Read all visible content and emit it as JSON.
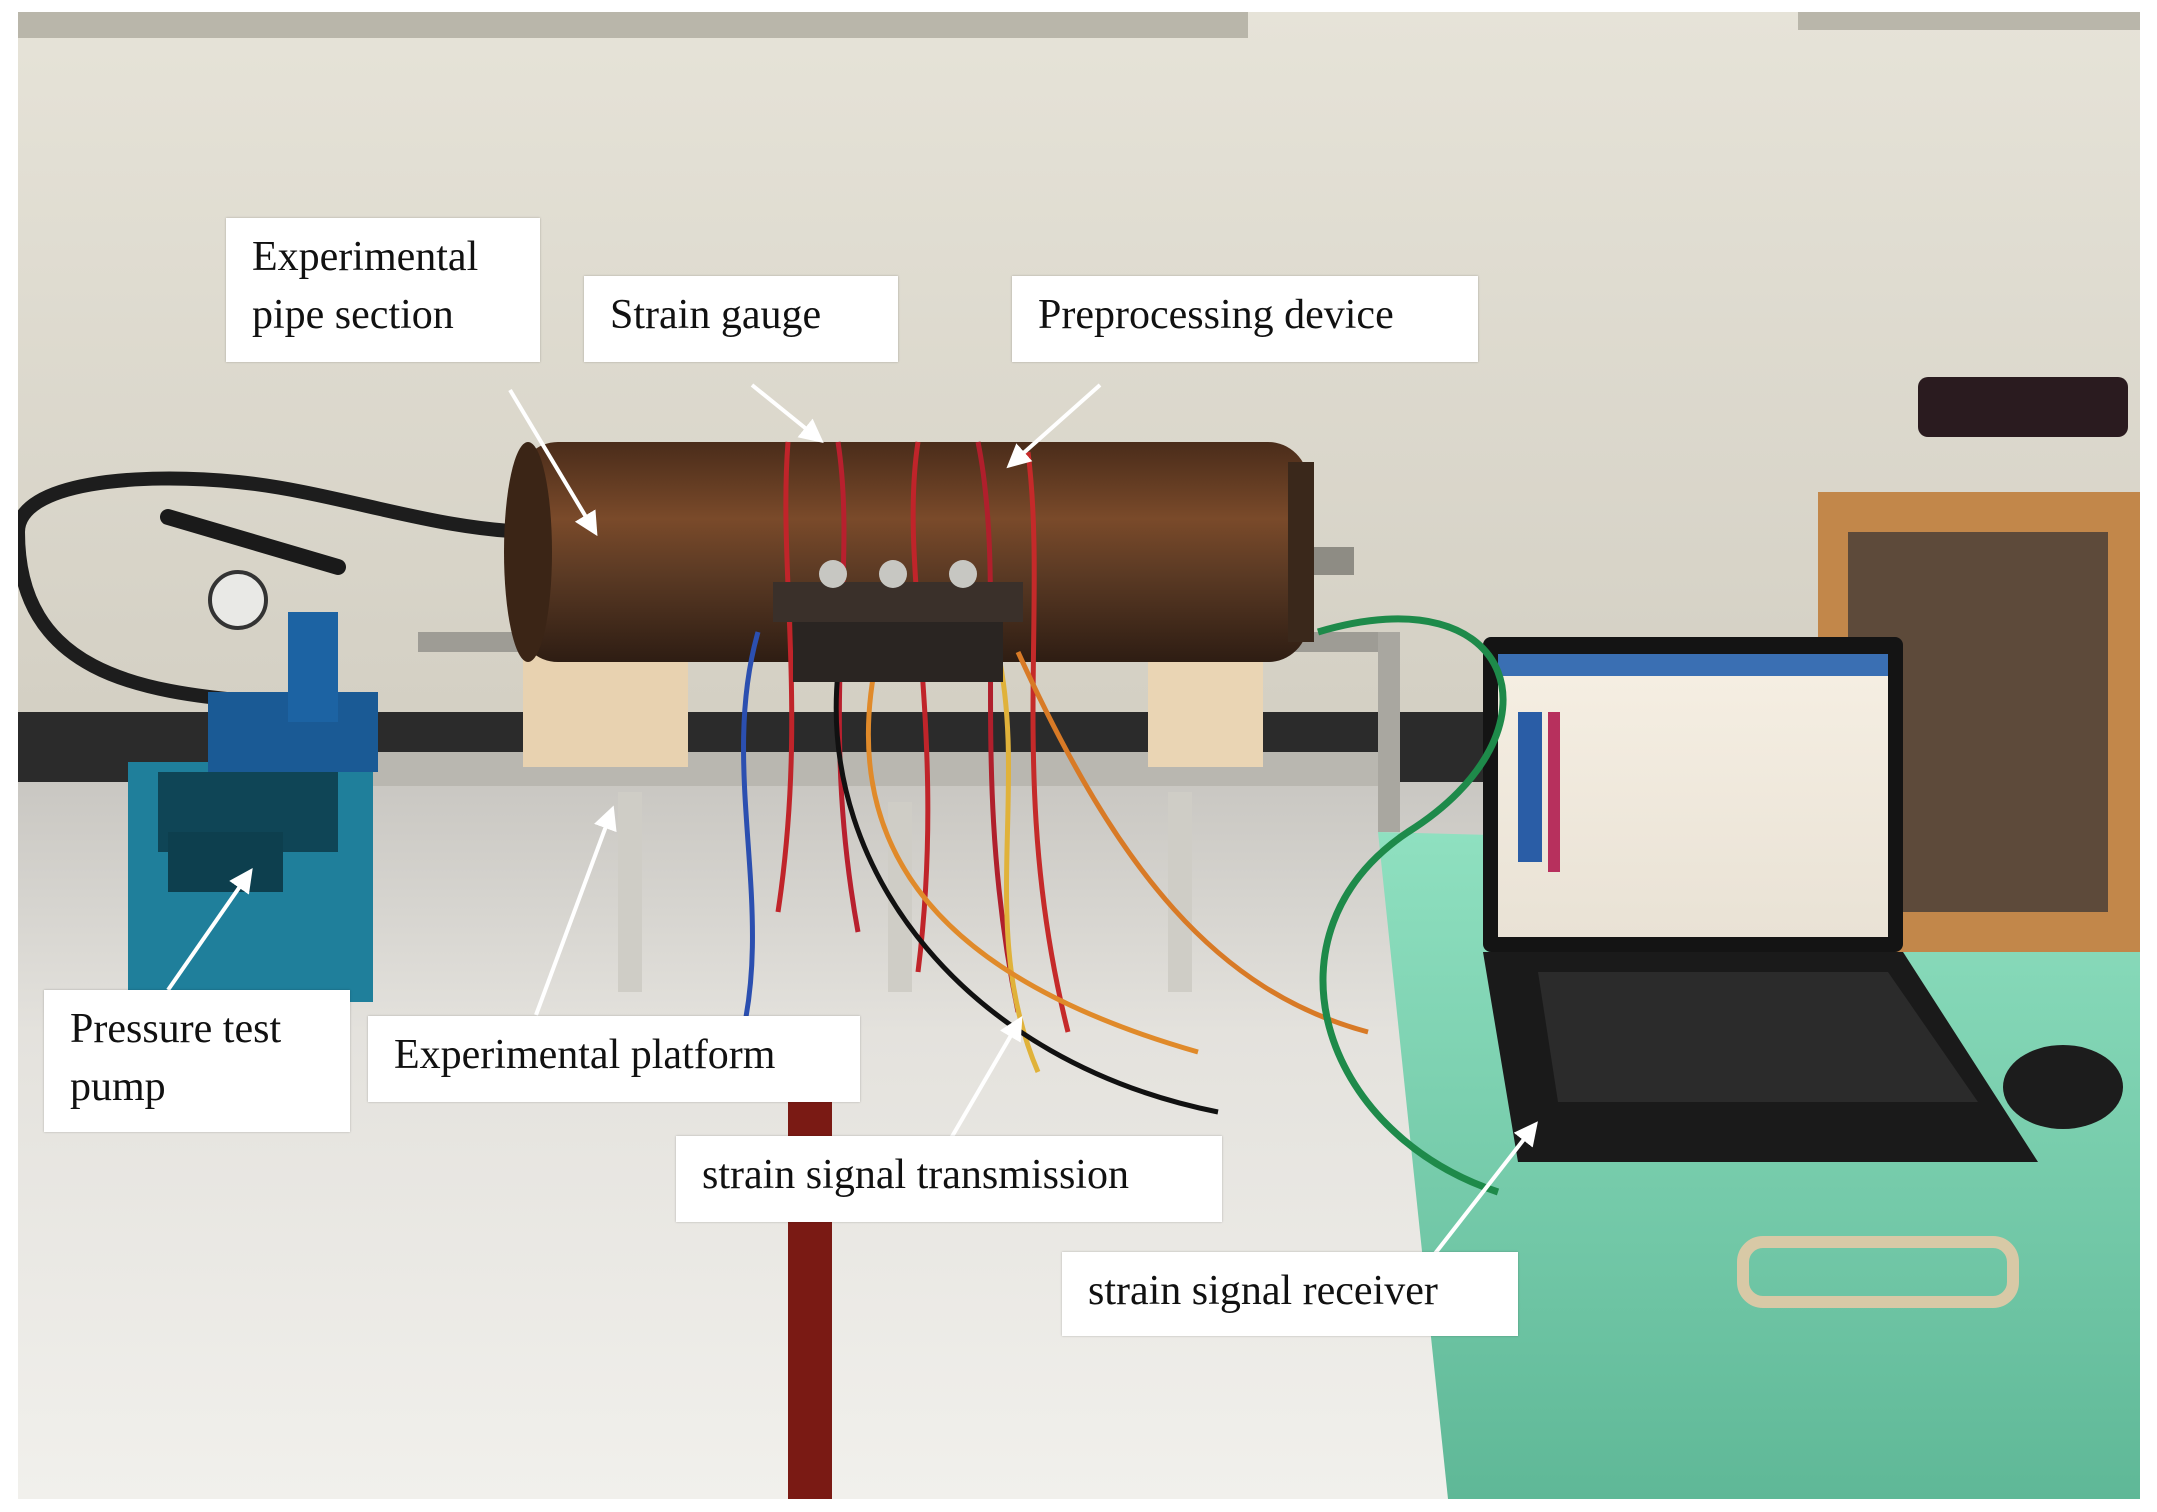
{
  "colors": {
    "wall": "#dedbd0",
    "floor": "#e9e7e2",
    "pipe": "#6b3e22",
    "pump": "#1c7e9a",
    "bin": "#79d3b0",
    "label_bg": "#ffffff",
    "arrow": "#ffffff"
  },
  "labels": {
    "pipe_section": {
      "line1": "Experimental",
      "line2": "pipe section"
    },
    "strain_gauge": "Strain gauge",
    "preprocessing": "Preprocessing device",
    "pump": {
      "line1": "Pressure test",
      "line2": "pump"
    },
    "platform": "Experimental platform",
    "transmission": "strain signal transmission",
    "receiver": "strain signal receiver"
  }
}
